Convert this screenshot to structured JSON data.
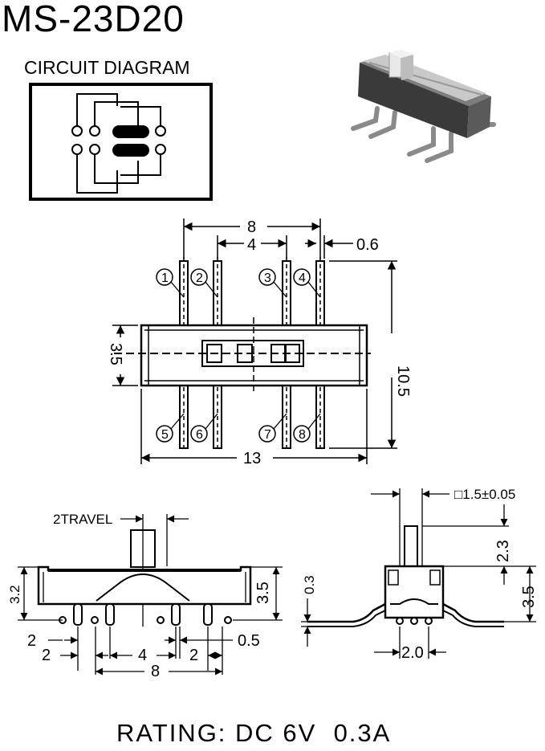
{
  "title": "MS-23D20",
  "circuit_diagram_label": "CIRCUIT DIAGRAM",
  "rating": "RATING: DC 6V  0.3A",
  "top_view": {
    "dimensions": {
      "pin_span_outer": "8",
      "pin_span_inner": "4",
      "pin_width": "0.6",
      "body_width": "3.5",
      "overall_width": "10.5",
      "body_length": "13"
    },
    "pin_numbers": [
      "1",
      "2",
      "3",
      "4",
      "5",
      "6",
      "7",
      "8"
    ]
  },
  "front_view": {
    "travel_label": "2TRAVEL",
    "dimensions": {
      "body_height": "3.2",
      "overall_height": "3.5",
      "pin_pitch_left": "2",
      "pin_pitch_left2": "2",
      "pin_offset_center": "4",
      "pin_pitch_right": "2",
      "pin_thickness": "0.5",
      "pin_span": "8"
    }
  },
  "side_view": {
    "dimensions": {
      "actuator_size": "□1.5±0.05",
      "actuator_height": "2.3",
      "body_height": "3.5",
      "pin_offset": "0.3",
      "pin_spacing": "2.0"
    }
  }
}
